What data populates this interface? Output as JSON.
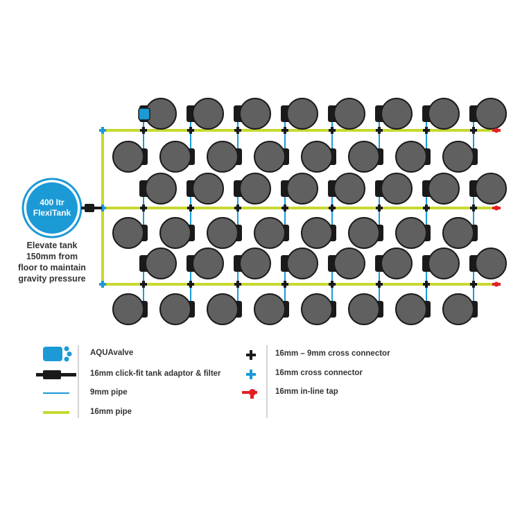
{
  "tank": {
    "line1": "400 ltr",
    "line2": "FlexiTank"
  },
  "note": {
    "line1": "Elevate tank",
    "line2": "150mm from",
    "line3": "floor to maintain",
    "line4": "gravity pressure"
  },
  "legend": {
    "aquavalve": "AQUAvalve",
    "adaptor": "16mm click-fit tank adaptor & filter",
    "pipe9": "9mm pipe",
    "pipe16": "16mm pipe",
    "cross_16_9": "16mm – 9mm cross connector",
    "cross_16": "16mm cross connector",
    "tap": "16mm in-line tap"
  },
  "colors": {
    "pipe16": "#c6d92e",
    "pipe9": "#1b9ad6",
    "tank": "#1b9ad6",
    "pot": "#606060",
    "tap": "#e31e24"
  }
}
